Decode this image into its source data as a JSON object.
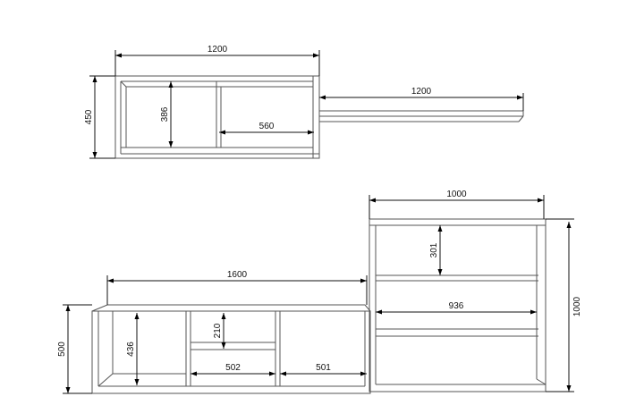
{
  "wall_cabinet": {
    "width_label": "1200",
    "height_label": "450",
    "inner_height_label": "386",
    "compartment_width_label": "560"
  },
  "wall_shelf": {
    "width_label": "1200"
  },
  "tv_unit": {
    "width_label": "1600",
    "height_label": "500",
    "inner_height_label": "436",
    "niche_height_label": "210",
    "left_compartment_width_label": "502",
    "right_compartment_width_label": "501"
  },
  "bookcase": {
    "width_label": "1000",
    "height_label": "1000",
    "shelf_gap_label": "301",
    "inner_width_label": "936"
  }
}
